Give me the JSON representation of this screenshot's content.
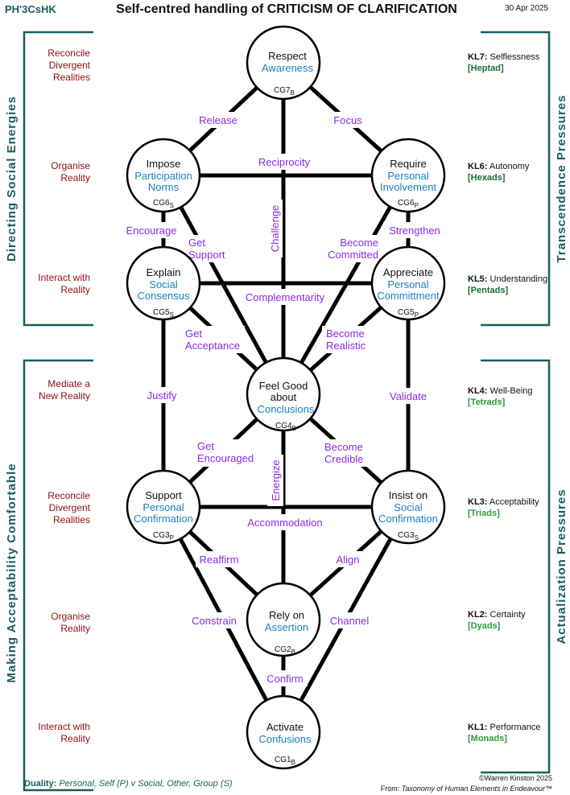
{
  "header": {
    "code": "PH'3CsHK",
    "title": "Self-centred handling of CRITICISM OF CLARIFICATION",
    "date": "30 Apr 2025"
  },
  "colors": {
    "teal": "#1a5e5e",
    "darkred": "#8b1010",
    "purple": "#8a2be2",
    "blue": "#1b7fc0",
    "dark_green": "#1a6b3a",
    "light_green": "#2a9d3a"
  },
  "side_titles": {
    "left_top": "Directing  Social  Energies",
    "left_bottom": "Making  Acceptability  Comfortable",
    "right_top": "Transcendence  Pressures",
    "right_bottom": "Actualization  Pressures"
  },
  "left_labels": [
    {
      "lines": [
        "Reconcile",
        "Divergent",
        "Realities"
      ]
    },
    {
      "lines": [
        "Organise",
        "Reality"
      ]
    },
    {
      "lines": [
        "Interact with",
        "Reality"
      ]
    },
    {
      "lines": [
        "Mediate a",
        "New Reality"
      ]
    },
    {
      "lines": [
        "Reconcile",
        "Divergent",
        "Realities"
      ]
    },
    {
      "lines": [
        "Organise",
        "Reality"
      ]
    },
    {
      "lines": [
        "Interact with",
        "Reality"
      ]
    }
  ],
  "levels": [
    {
      "kl": "KL7:",
      "name": "Selflessness",
      "group": "[Heptad]"
    },
    {
      "kl": "KL6:",
      "name": "Autonomy",
      "group": "[Hexads]"
    },
    {
      "kl": "KL5:",
      "name": "Understanding",
      "group": "[Pentads]"
    },
    {
      "kl": "KL4:",
      "name": "Well-Being",
      "group": "[Tetrads]"
    },
    {
      "kl": "KL3:",
      "name": "Acceptability",
      "group": "[Triads]"
    },
    {
      "kl": "KL2:",
      "name": "Certainty",
      "group": "[Dyads]"
    },
    {
      "kl": "KL1:",
      "name": "Performance",
      "group": "[Monads]"
    }
  ],
  "nodes": {
    "cg7": {
      "title": [
        "Respect"
      ],
      "sub": [
        "Awareness"
      ],
      "code": "CG7",
      "code_sub": "B"
    },
    "cg6s": {
      "title": [
        "Impose"
      ],
      "sub": [
        "Participation",
        "Norms"
      ],
      "code": "CG6",
      "code_sub": "S"
    },
    "cg6p": {
      "title": [
        "Require"
      ],
      "sub": [
        "Personal",
        "Involvement"
      ],
      "code": "CG6",
      "code_sub": "P"
    },
    "cg5s": {
      "title": [
        "Explain"
      ],
      "sub": [
        "Social",
        "Consensus"
      ],
      "code": "CG5",
      "code_sub": "S"
    },
    "cg5p": {
      "title": [
        "Appreciate"
      ],
      "sub": [
        "Personal",
        "Committment"
      ],
      "code": "CG5",
      "code_sub": "P"
    },
    "cg4": {
      "title": [
        "Feel Good",
        "about"
      ],
      "sub": [
        "Conclusions"
      ],
      "code": "CG4",
      "code_sub": "B"
    },
    "cg3p": {
      "title": [
        "Support"
      ],
      "sub": [
        "Personal",
        "Confirmation"
      ],
      "code": "CG3",
      "code_sub": "P"
    },
    "cg3s": {
      "title": [
        "Insist on"
      ],
      "sub": [
        "Social",
        "Confirmation"
      ],
      "code": "CG3",
      "code_sub": "S"
    },
    "cg2": {
      "title": [
        "Rely on"
      ],
      "sub": [
        "Assertion"
      ],
      "code": "CG2",
      "code_sub": "B"
    },
    "cg1": {
      "title": [
        "Activate"
      ],
      "sub": [
        "Confusions"
      ],
      "code": "CG1",
      "code_sub": "B"
    }
  },
  "edge_labels": {
    "release": [
      "Release"
    ],
    "focus": [
      "Focus"
    ],
    "reciprocity": [
      "Reciprocity"
    ],
    "encourage": [
      "Encourage"
    ],
    "strengthen": [
      "Strengthen"
    ],
    "get_support": [
      "Get",
      "Support"
    ],
    "become_committed": [
      "Become",
      "Committed"
    ],
    "challenge": [
      "Challenge"
    ],
    "complementarity": [
      "Complementarity"
    ],
    "get_acceptance": [
      "Get",
      "Acceptance"
    ],
    "become_realistic": [
      "Become",
      "Realistic"
    ],
    "justify": [
      "Justify"
    ],
    "validate": [
      "Validate"
    ],
    "get_encouraged": [
      "Get",
      "Encouraged"
    ],
    "become_credible": [
      "Become",
      "Credible"
    ],
    "energize": [
      "Energize"
    ],
    "accommodation": [
      "Accommodation"
    ],
    "reaffirm": [
      "Reaffirm"
    ],
    "align": [
      "Align"
    ],
    "constrain": [
      "Constrain"
    ],
    "channel": [
      "Channel"
    ],
    "confirm": [
      "Confirm"
    ]
  },
  "footer": {
    "duality_label": "Duality:",
    "duality_text": "Personal, Self (P) v Social, Other, Group (S)",
    "copyright": "©Warren Kinston 2025",
    "from_label": "From:",
    "from_text": "Taxonomy of Human Elements in Endeavour™"
  }
}
